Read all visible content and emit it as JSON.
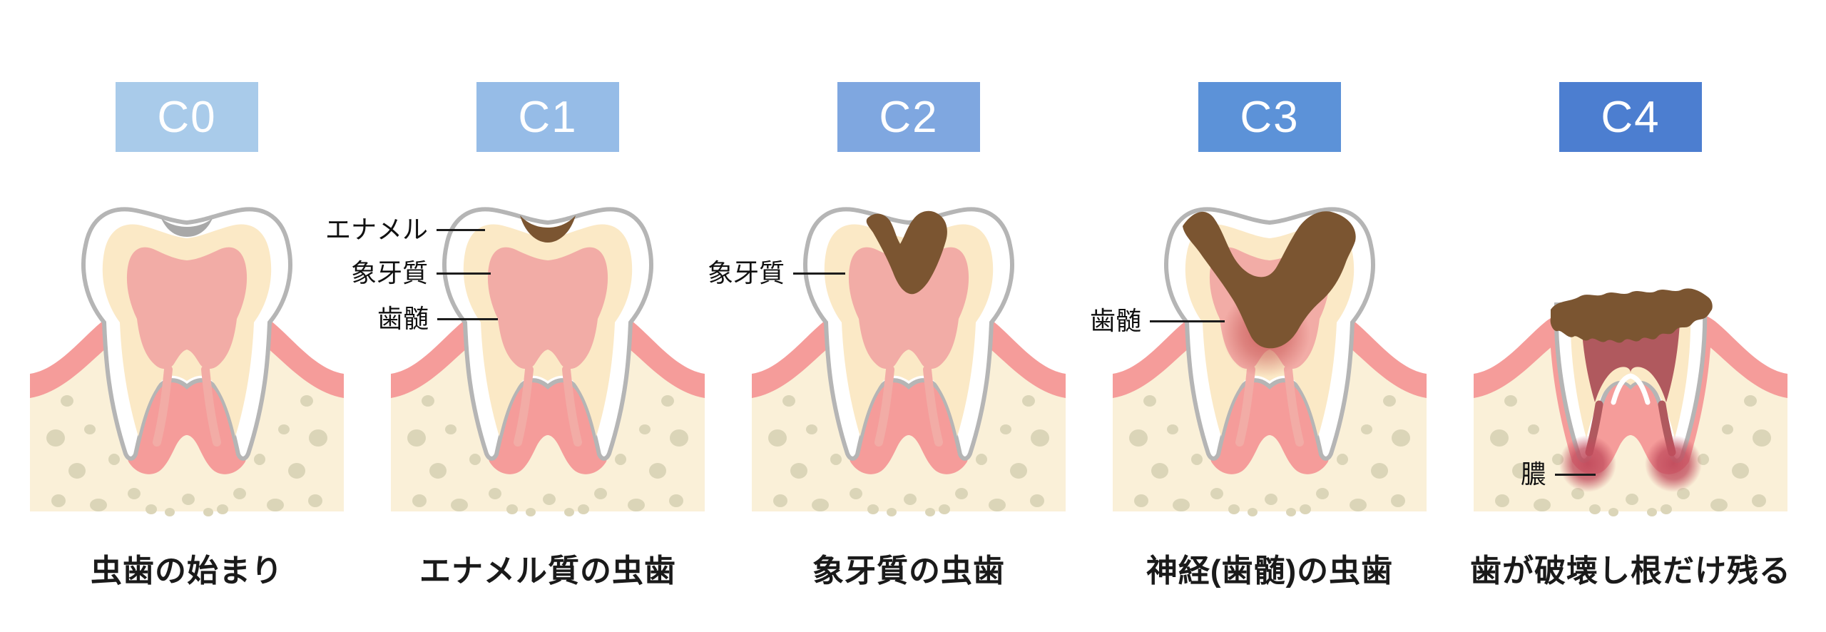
{
  "stages": [
    {
      "code": "C0",
      "badge_color": "#A9CBEA",
      "caption": "虫歯の始まり"
    },
    {
      "code": "C1",
      "badge_color": "#96BCE7",
      "caption": "エナメル質の虫歯"
    },
    {
      "code": "C2",
      "badge_color": "#7FA7E0",
      "caption": "象牙質の虫歯"
    },
    {
      "code": "C3",
      "badge_color": "#5C92D8",
      "caption": "神経(歯髄)の虫歯"
    },
    {
      "code": "C4",
      "badge_color": "#4C7ED0",
      "caption": "歯が破壊し根だけ残る"
    }
  ],
  "annotations": [
    {
      "label": "エナメル"
    },
    {
      "label": "象牙質"
    },
    {
      "label": "歯髄"
    },
    {
      "label": "象牙質"
    },
    {
      "label": "歯髄"
    },
    {
      "label": "膿"
    }
  ],
  "colors": {
    "background": "#FFFFFF",
    "enamel_fill": "#FFFFFF",
    "enamel_outline": "#B5B5B5",
    "dentin": "#FBE9C6",
    "pulp": "#F2ACA6",
    "gum": "#F59C9A",
    "bone": "#FAF0D8",
    "bone_speckle": "#DBD5B8",
    "decay_brown": "#7B5531",
    "c0_spot_gray": "#A8A8A8",
    "inflammation_red": "#C4504E",
    "c4_chamber": "#B0595E",
    "abscess_red": "#C14B5C",
    "annotation_text": "#111111",
    "caption_text": "#1A1A1A"
  }
}
